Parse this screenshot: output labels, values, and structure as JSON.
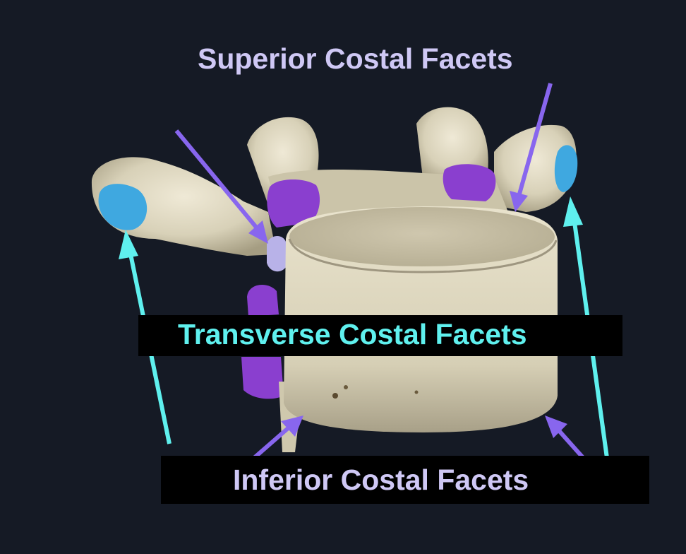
{
  "labels": {
    "superior": "Superior Costal Facets",
    "transverse": "Transverse Costal Facets",
    "inferior": "Inferior Costal Facets"
  },
  "colors": {
    "background": "#151a25",
    "bone": "#ddd7c0",
    "transverse_facet": "#3fa8e0",
    "costal_facet": "#8a3fcf",
    "arrow_purple": "#8866ee",
    "arrow_cyan": "#5ff0ee",
    "label_lavender": "#cfc8f5",
    "label_cyan": "#5ff0ee"
  }
}
